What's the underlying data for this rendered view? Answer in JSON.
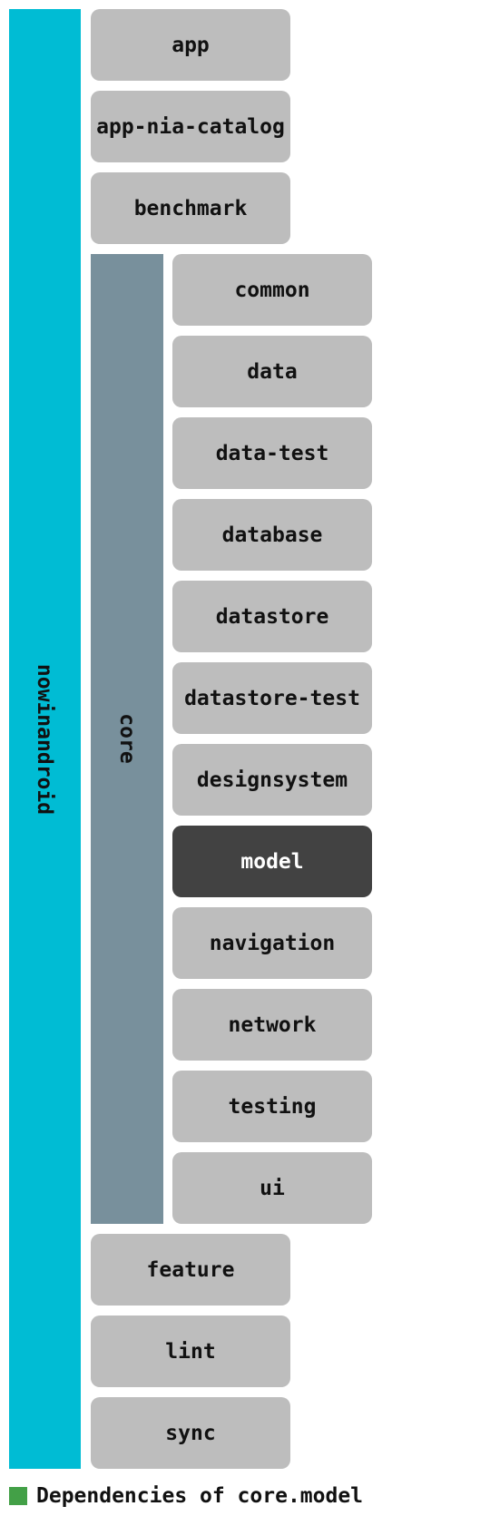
{
  "root": {
    "label": "nowinandroid"
  },
  "modules": {
    "app": "app",
    "app_nia_catalog": "app-nia-catalog",
    "benchmark": "benchmark",
    "feature": "feature",
    "lint": "lint",
    "sync": "sync"
  },
  "core": {
    "label": "core",
    "modules": {
      "common": "common",
      "data": "data",
      "data_test": "data-test",
      "database": "database",
      "datastore": "datastore",
      "datastore_test": "datastore-test",
      "designsystem": "designsystem",
      "model": "model",
      "navigation": "navigation",
      "network": "network",
      "testing": "testing",
      "ui": "ui"
    }
  },
  "legend": {
    "text": "Dependencies of core.model"
  },
  "colors": {
    "root": "#00BCD4",
    "core": "#78909C",
    "module": "#BDBDBD",
    "selected_module": "#424242",
    "legend_swatch": "#43A047"
  }
}
